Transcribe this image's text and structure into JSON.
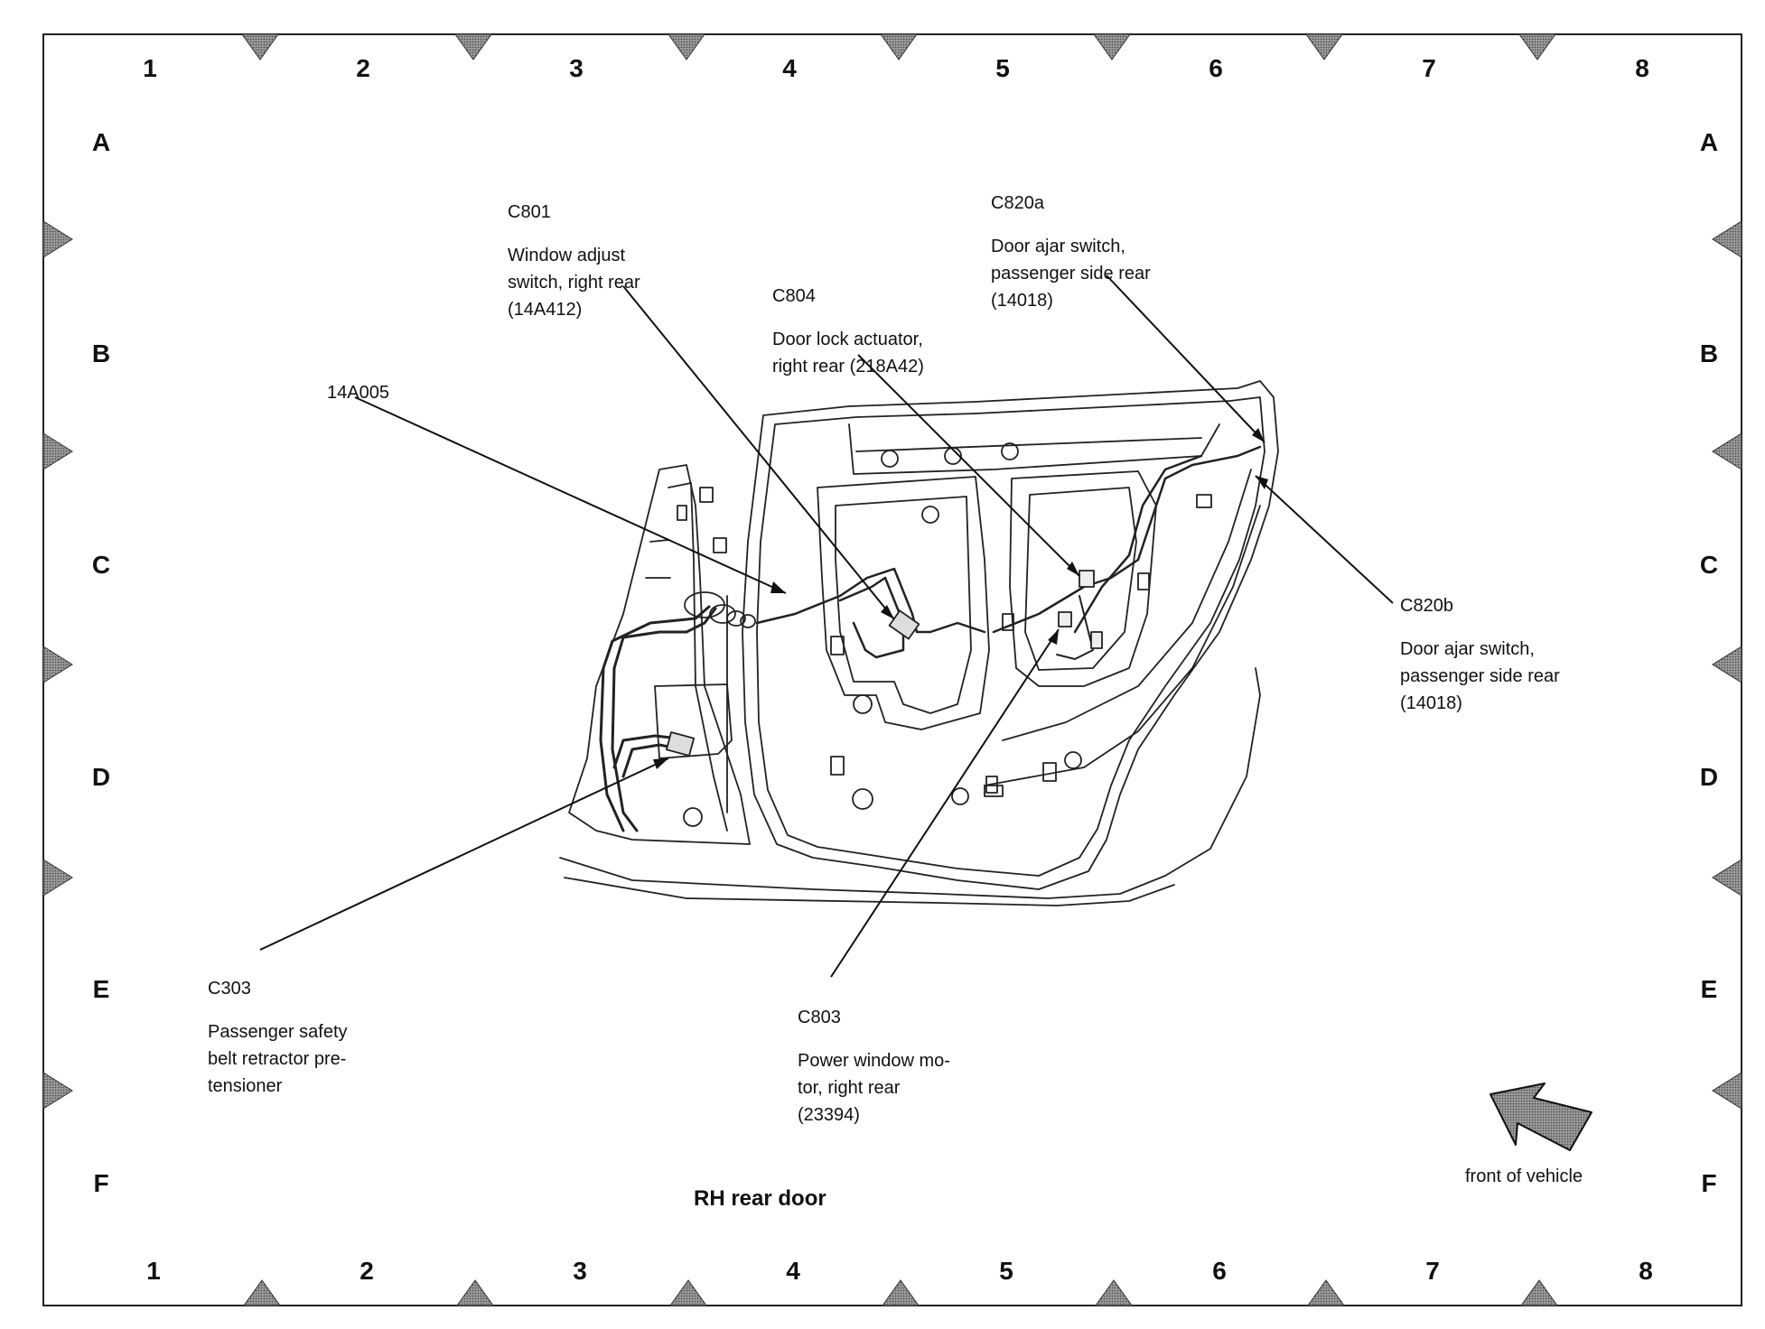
{
  "page": {
    "title": "RH rear door",
    "orientation_label": "front of vehicle"
  },
  "grid": {
    "columns": [
      "1",
      "2",
      "3",
      "4",
      "5",
      "6",
      "7",
      "8"
    ],
    "rows": [
      "A",
      "B",
      "C",
      "D",
      "E",
      "F"
    ]
  },
  "callouts": [
    {
      "id": "14A005",
      "code": "14A005",
      "description": ""
    },
    {
      "id": "C801",
      "code": "C801",
      "description": "Window adjust\nswitch, right rear\n(14A412)"
    },
    {
      "id": "C804",
      "code": "C804",
      "description": "Door lock actuator,\nright rear (218A42)"
    },
    {
      "id": "C820a",
      "code": "C820a",
      "description": "Door ajar switch,\npassenger side rear\n(14018)"
    },
    {
      "id": "C820b",
      "code": "C820b",
      "description": "Door ajar switch,\npassenger side rear\n(14018)"
    },
    {
      "id": "C303",
      "code": "C303",
      "description": "Passenger safety\nbelt retractor pre-\ntensioner"
    },
    {
      "id": "C803",
      "code": "C803",
      "description": "Power window mo-\ntor, right rear\n(23394)"
    }
  ],
  "colors": {
    "ink": "#111111",
    "marker": "#555555",
    "background": "#ffffff"
  }
}
